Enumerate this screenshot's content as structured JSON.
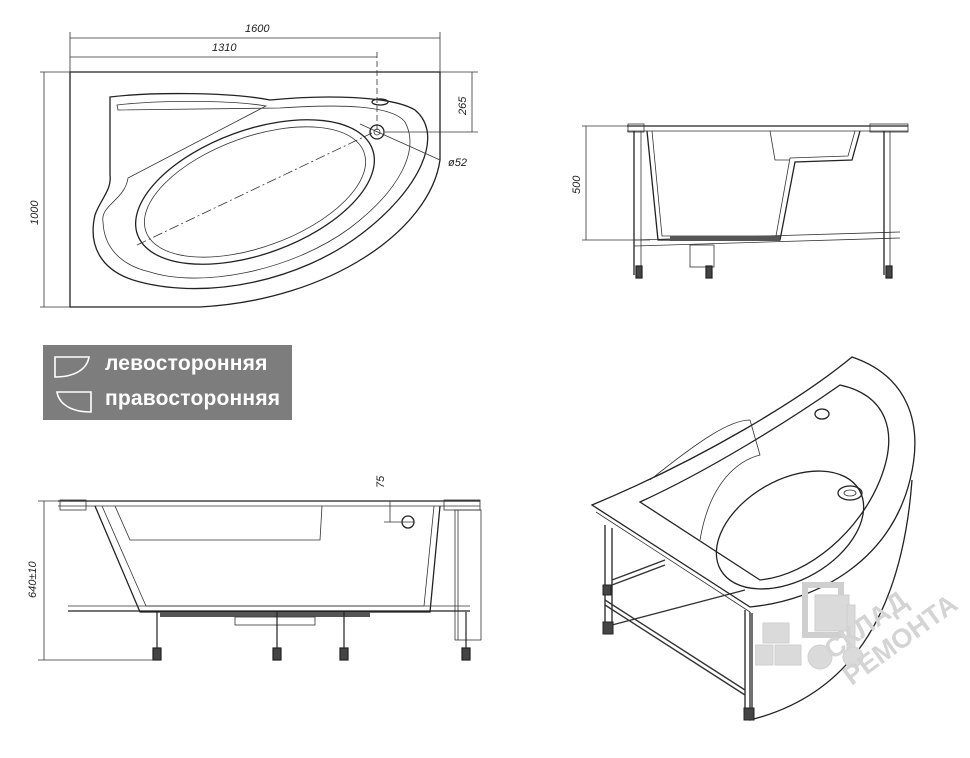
{
  "top_view": {
    "dim_total_length": "1600",
    "dim_inner_length": "1310",
    "dim_width": "1000",
    "dim_drain_offset": "265",
    "dim_drain_diameter": "ø52"
  },
  "side_view": {
    "dim_height": "500"
  },
  "front_view": {
    "dim_overflow": "75",
    "dim_height": "640±10"
  },
  "legend": {
    "left_label": "левосторонняя",
    "right_label": "правосторонняя",
    "background": "#7d7d7d"
  },
  "watermark": {
    "line1": "СКЛАД",
    "line2": "РЕМОНТА"
  }
}
